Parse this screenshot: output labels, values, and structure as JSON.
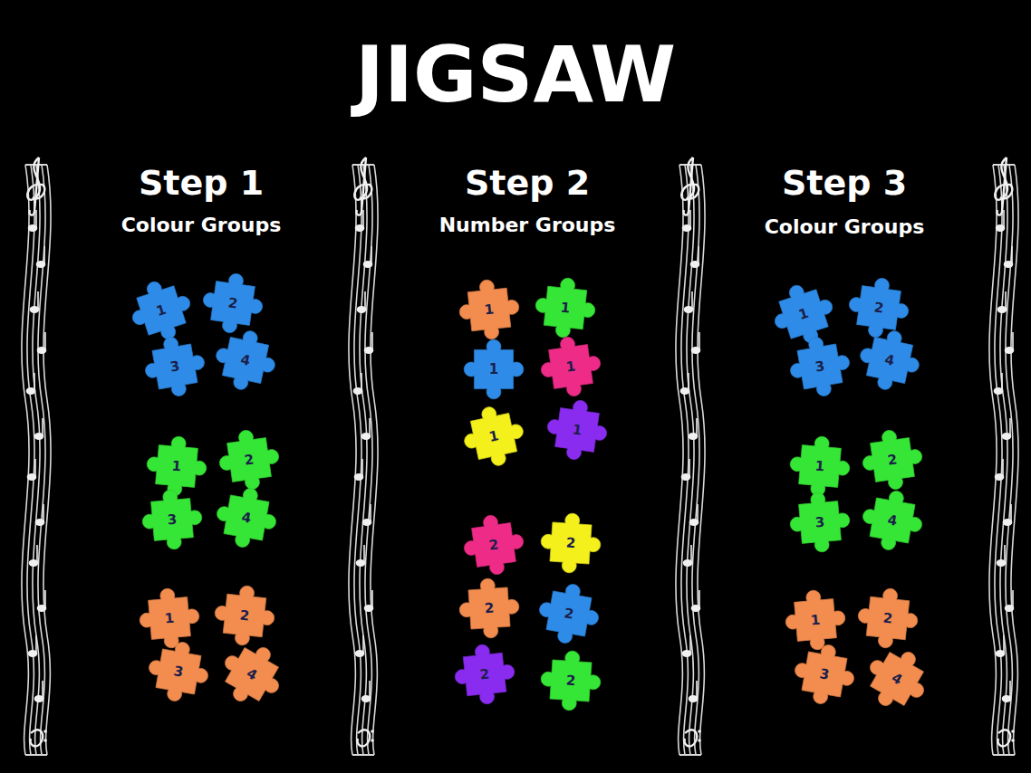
{
  "diagram": {
    "title": "JIGSAW",
    "nodes": [
      {
        "text": [
          "1"
        ]
      },
      {
        "text": [
          "2"
        ]
      },
      {
        "text": [
          "3"
        ]
      },
      {
        "text": [
          "4"
        ]
      },
      {
        "text": [
          "1"
        ]
      },
      {
        "text": [
          "2"
        ]
      },
      {
        "text": [
          "3"
        ]
      },
      {
        "text": [
          "4"
        ]
      },
      {
        "text": [
          "1"
        ]
      },
      {
        "text": [
          "2"
        ]
      },
      {
        "text": [
          "3"
        ]
      },
      {
        "text": [
          "4"
        ]
      },
      {
        "text": [
          "1"
        ]
      },
      {
        "text": [
          "1"
        ]
      },
      {
        "text": [
          "1"
        ]
      },
      {
        "text": [
          "1"
        ]
      },
      {
        "text": [
          "1"
        ]
      },
      {
        "text": [
          "1"
        ]
      },
      {
        "text": [
          "2"
        ]
      },
      {
        "text": [
          "2"
        ]
      },
      {
        "text": [
          "2"
        ]
      },
      {
        "text": [
          "2"
        ]
      },
      {
        "text": [
          "2"
        ]
      },
      {
        "text": [
          "2"
        ]
      },
      {
        "text": [
          "1"
        ]
      },
      {
        "text": [
          "2"
        ]
      },
      {
        "text": [
          "3"
        ]
      },
      {
        "text": [
          "4"
        ]
      },
      {
        "text": [
          "1"
        ]
      },
      {
        "text": [
          "2"
        ]
      },
      {
        "text": [
          "3"
        ]
      },
      {
        "text": [
          "4"
        ]
      },
      {
        "text": [
          "1"
        ]
      },
      {
        "text": [
          "2"
        ]
      },
      {
        "text": [
          "3"
        ]
      },
      {
        "text": [
          "4"
        ]
      }
    ],
    "labels": [
      "Step 1",
      "Colour Groups",
      "Step 2",
      "Number Groups",
      "Step 3",
      "Colour Groups"
    ]
  }
}
